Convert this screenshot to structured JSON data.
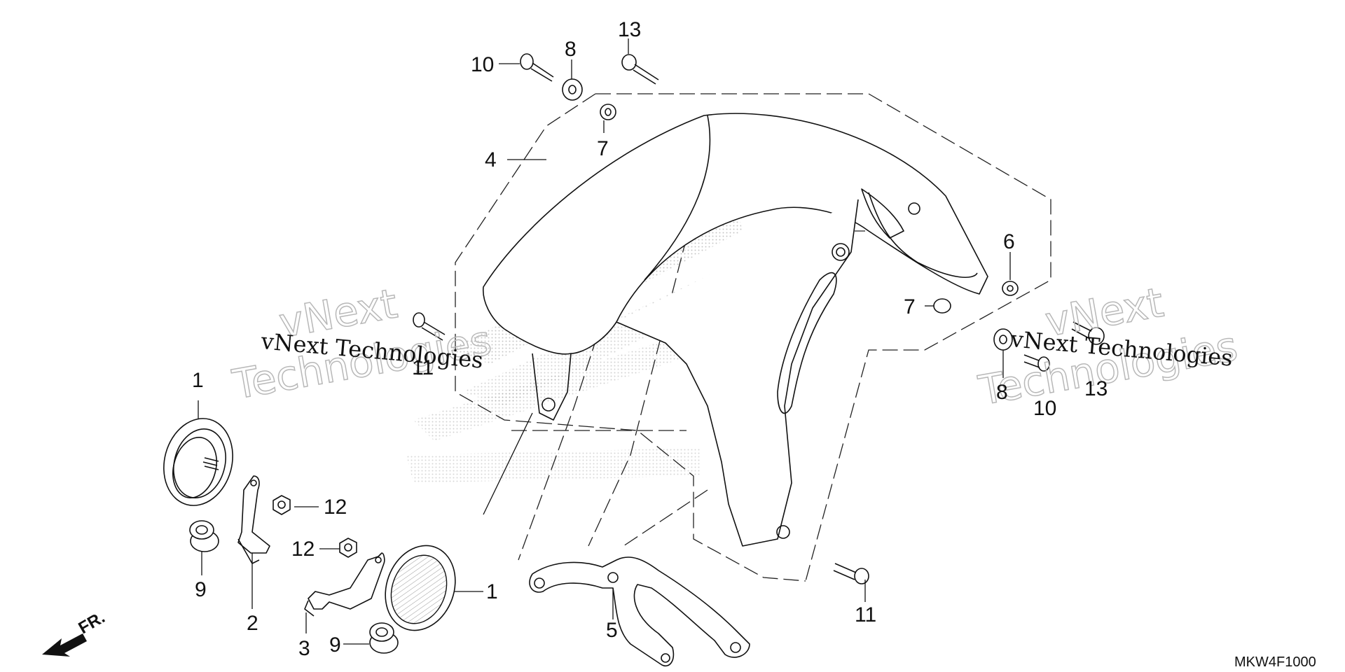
{
  "callouts": {
    "c1a": "1",
    "c1b": "1",
    "c2": "2",
    "c3": "3",
    "c4": "4",
    "c5": "5",
    "c6": "6",
    "c7a": "7",
    "c7b": "7",
    "c8a": "8",
    "c8b": "8",
    "c9a": "9",
    "c9b": "9",
    "c10a": "10",
    "c10b": "10",
    "c11a": "11",
    "c11b": "11",
    "c12a": "12",
    "c12b": "12",
    "c13a": "13",
    "c13b": "13"
  },
  "direction_label": "FR.",
  "diagram_code": "MKW4F1000",
  "watermarks": {
    "line1": "vNext",
    "line2": "Technologies",
    "caption": "vNext Technologies"
  },
  "colors": {
    "ink": "#111111",
    "watermark": "#b8b8b8",
    "background": "#ffffff"
  }
}
